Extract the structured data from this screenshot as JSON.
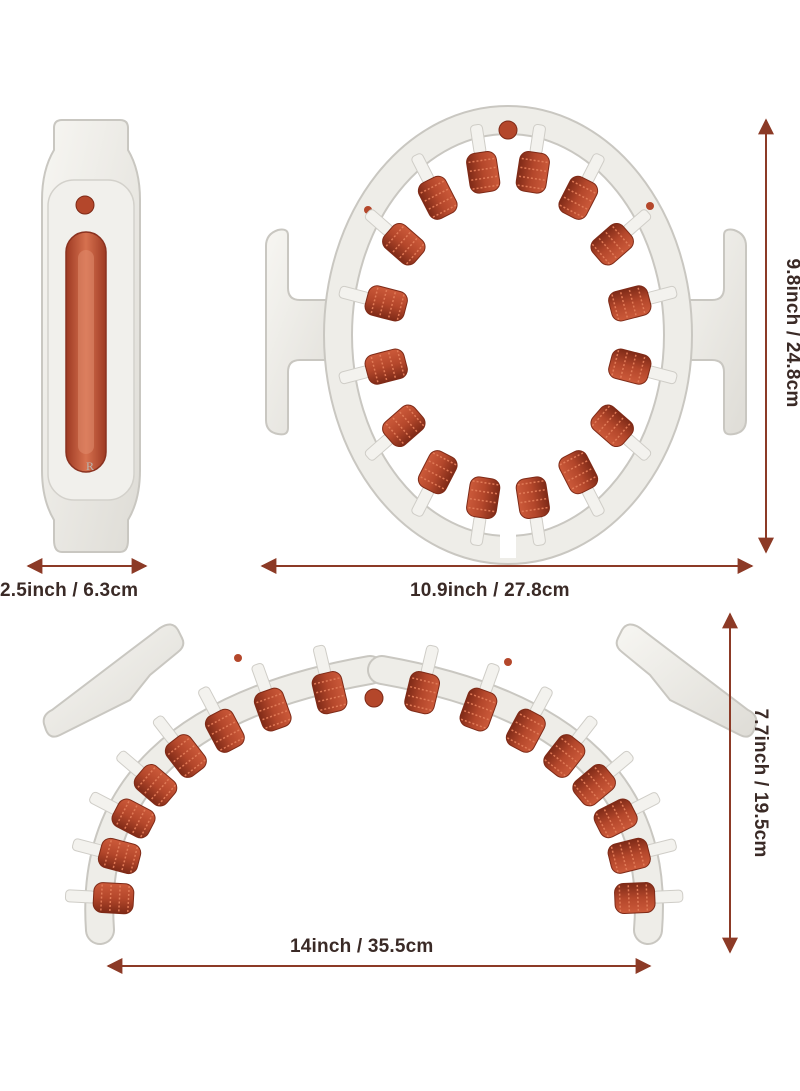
{
  "dimensions": {
    "side_width": "2.5inch / 6.3cm",
    "ring_width": "10.9inch / 27.8cm",
    "ring_height": "9.8inch / 24.8cm",
    "open_width": "14inch / 35.5cm",
    "open_height": "7.7inch / 19.5cm"
  },
  "side_view_emboss": "R",
  "colors": {
    "shell": "#ecebe6",
    "shell_edge": "#c9c7c1",
    "roller": "#b4472b",
    "roller_dark": "#7e2a17",
    "arrow": "#8c3a26"
  }
}
